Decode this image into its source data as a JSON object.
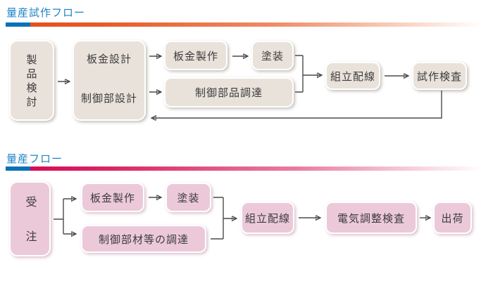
{
  "colors": {
    "title_blue": "#1e82c4",
    "bar_blue": "#0c70b8",
    "bar_orange": "#e4511c",
    "bar_magenta": "#d60b56",
    "box_beige": "#e9e2db",
    "box_pink": "#ecc9d9",
    "connector_gray": "#4a4a4a"
  },
  "prototype_flow": {
    "title": "量産試作フロー",
    "boxes": {
      "product_review": "製品検討",
      "sheet_metal_design": "板金設計",
      "control_unit_design": "制御部設計",
      "sheet_metal_production": "板金製作",
      "painting": "塗装",
      "control_parts_procurement": "制御部品調達",
      "assembly_wiring": "組立配線",
      "prototype_inspection": "試作検査"
    }
  },
  "production_flow": {
    "title": "量産フロー",
    "boxes": {
      "order_received": "受注",
      "sheet_metal_production": "板金製作",
      "painting": "塗装",
      "control_materials_procurement": "制御部材等の調達",
      "assembly_wiring": "組立配線",
      "electrical_adjustment_inspection": "電気調整検査",
      "shipping": "出荷"
    }
  }
}
